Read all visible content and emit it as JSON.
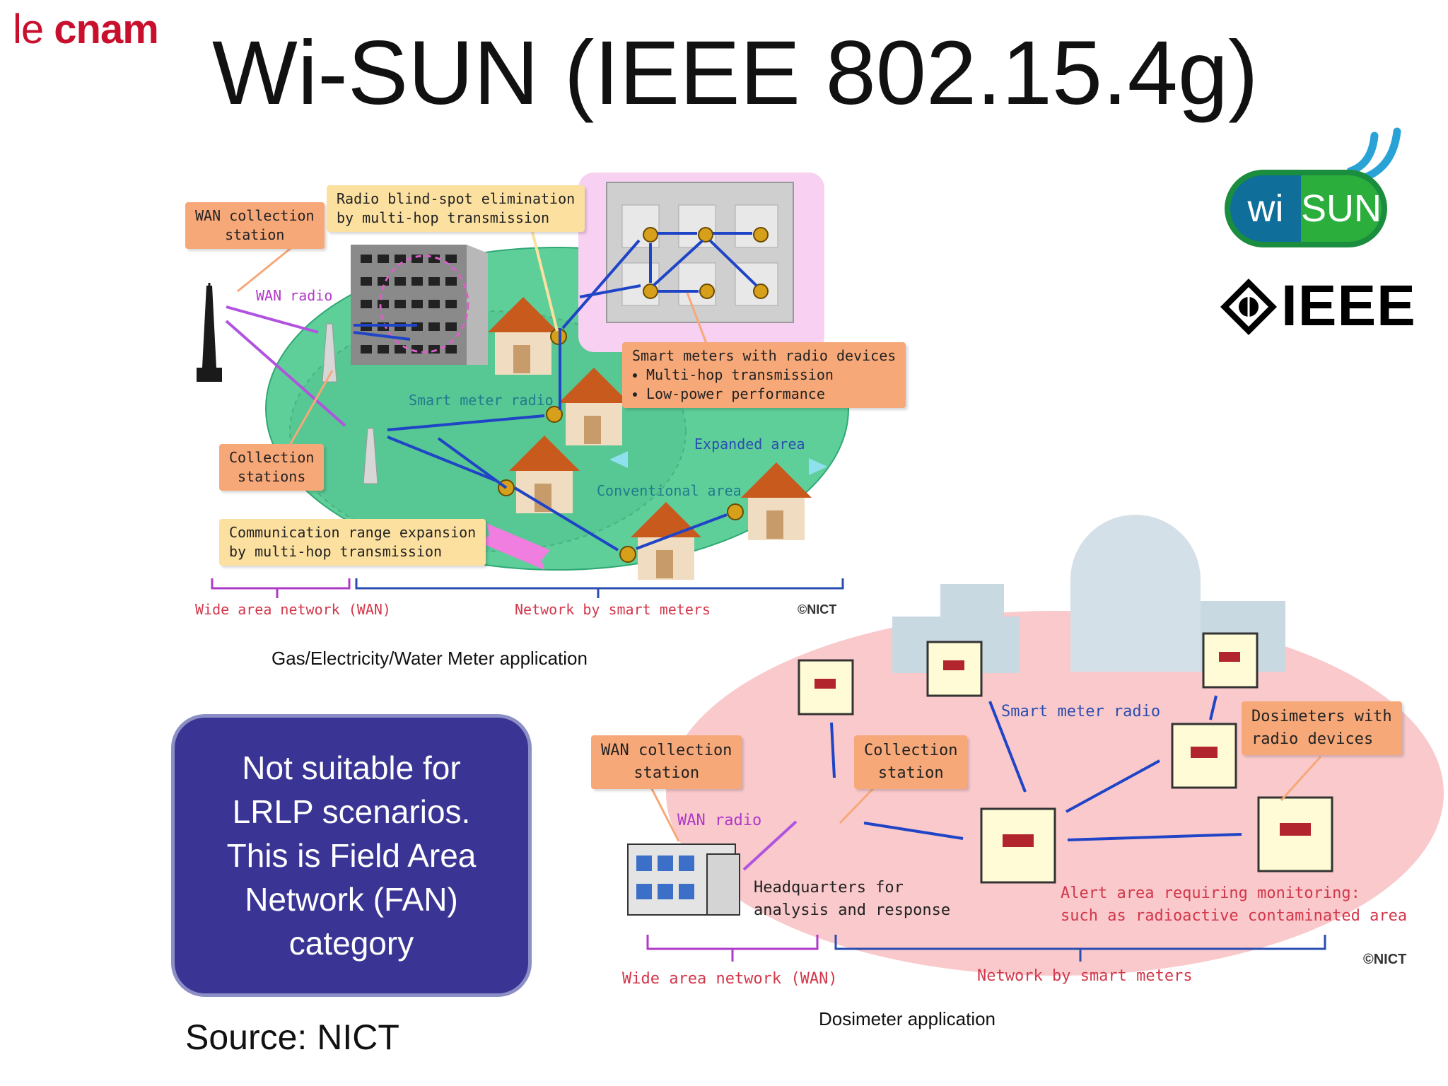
{
  "header": {
    "logo_le": "le",
    "logo_cnam": "cnam",
    "title": "Wi-SUN (IEEE 802.15.4g)"
  },
  "logos": {
    "wisun_wi": "wi",
    "wisun_sun": "SUN",
    "ieee": "IEEE"
  },
  "meter_diagram": {
    "wan_collection_station": [
      "WAN collection",
      "station"
    ],
    "radio_blind_spot": [
      "Radio blind-spot elimination",
      "by multi-hop transmission"
    ],
    "wan_radio": "WAN radio",
    "smart_meter_radio": "Smart meter radio",
    "smart_meters_title": "Smart meters with radio devices",
    "smart_meters_bullets": [
      "Multi-hop transmission",
      "Low-power performance"
    ],
    "expanded_area": "Expanded area",
    "conventional_area": "Conventional area",
    "collection_stations": [
      "Collection",
      "stations"
    ],
    "comm_range": [
      "Communication range expansion",
      "by multi-hop transmission"
    ],
    "wide_area_network": "Wide area network (WAN)",
    "network_by_smart_meters": "Network by smart meters",
    "copyright": "©NICT",
    "caption": "Gas/Electricity/Water Meter application"
  },
  "dosimeter_diagram": {
    "smart_meter_radio": "Smart meter radio",
    "dosimeters": [
      "Dosimeters with",
      "radio devices"
    ],
    "wan_collection_station": [
      "WAN collection",
      "station"
    ],
    "collection_station": [
      "Collection",
      "station"
    ],
    "wan_radio": "WAN radio",
    "headquarters": [
      "Headquarters for",
      "analysis and response"
    ],
    "alert_area": [
      "Alert area requiring monitoring:",
      "such as radioactive contaminated area"
    ],
    "copyright": "©NICT",
    "wide_area_network": "Wide area network (WAN)",
    "network_by_smart_meters": "Network by smart meters",
    "caption": "Dosimeter application"
  },
  "callout": {
    "lines": [
      "Not suitable for",
      "LRLP scenarios.",
      "This is Field Area",
      "Network (FAN)",
      "category"
    ]
  },
  "source": "Source: NICT",
  "colors": {
    "logo_red": "#c8102e",
    "callout_bg": "#3a3594",
    "label_orange": "#f7a878",
    "label_yellow": "#fce0a0",
    "area_green": "#5fcf9a",
    "area_pink": "#f9c9cc",
    "arrow_blue": "#1f44c6",
    "arrow_purple": "#b054e0"
  }
}
